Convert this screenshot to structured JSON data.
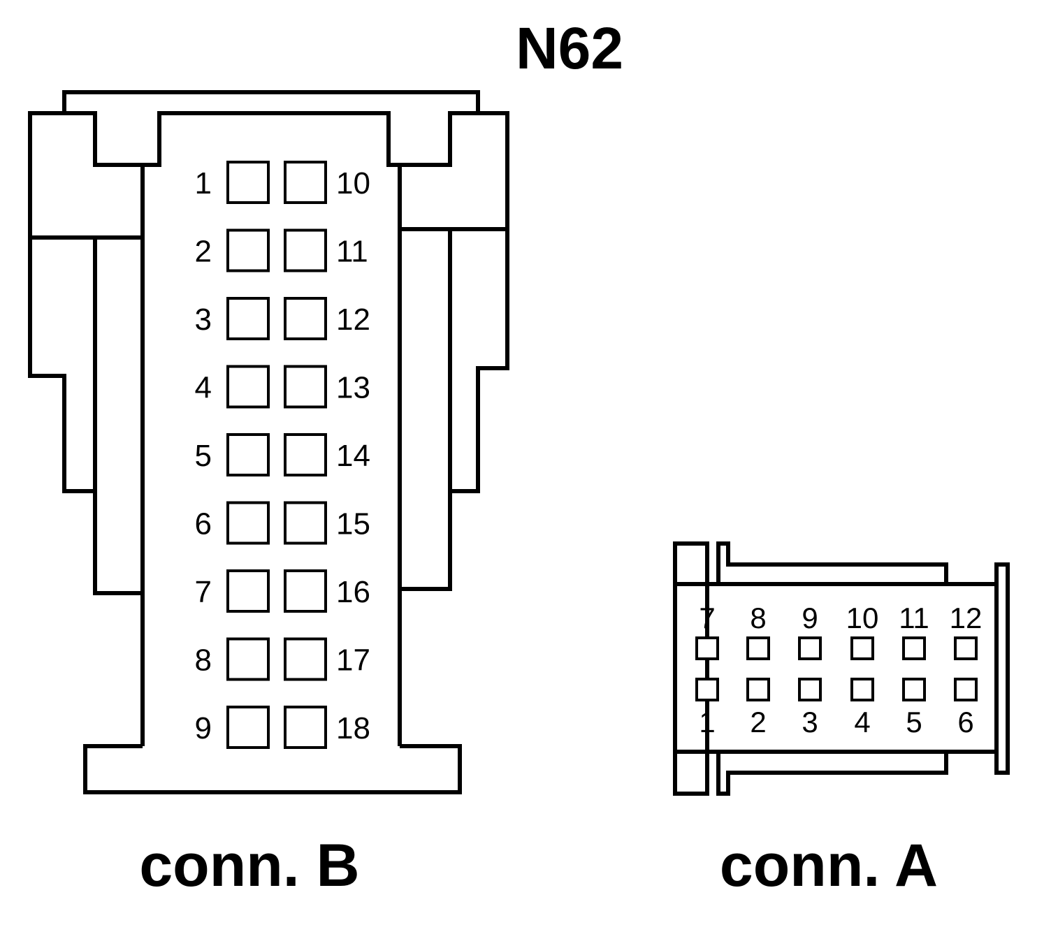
{
  "title": "N62",
  "connectors": {
    "b": {
      "label": "conn. B",
      "left_pins": [
        "1",
        "2",
        "3",
        "4",
        "5",
        "6",
        "7",
        "8",
        "9"
      ],
      "right_pins": [
        "10",
        "11",
        "12",
        "13",
        "14",
        "15",
        "16",
        "17",
        "18"
      ]
    },
    "a": {
      "label": "conn. A",
      "top_pins": [
        "7",
        "8",
        "9",
        "10",
        "11",
        "12"
      ],
      "bottom_pins": [
        "1",
        "2",
        "3",
        "4",
        "5",
        "6"
      ]
    }
  }
}
